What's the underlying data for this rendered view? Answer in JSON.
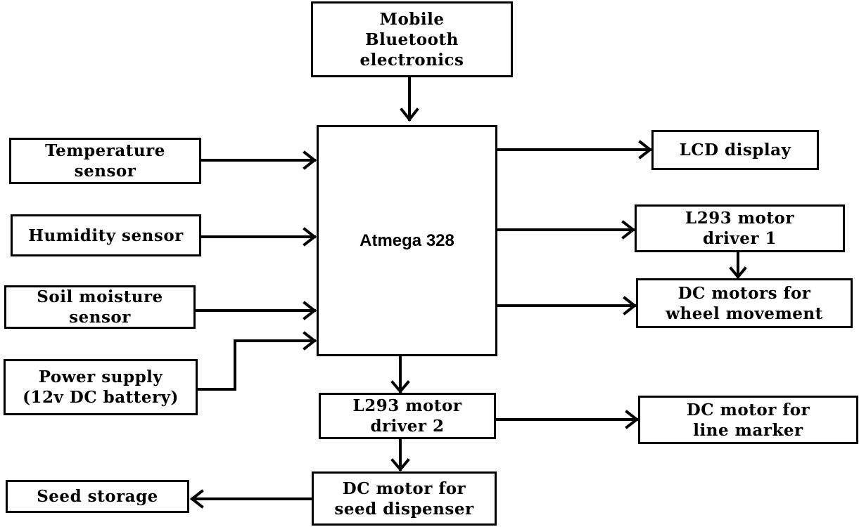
{
  "blocks": {
    "mobile_bt": "Mobile\nBluetooth\nelectronics",
    "atmega": "Atmega 328",
    "temperature": "Temperature\nsensor",
    "humidity": "Humidity sensor",
    "soil": "Soil moisture\nsensor",
    "power": "Power supply\n(12v DC battery)",
    "lcd": "LCD display",
    "l293_1": "L293 motor\ndriver 1",
    "dc_wheel": "DC motors for\nwheel movement",
    "l293_2": "L293 motor\ndriver 2",
    "dc_line": "DC motor for\nline marker",
    "dc_seed": "DC motor for\nseed dispenser",
    "seed_storage": "Seed storage"
  }
}
